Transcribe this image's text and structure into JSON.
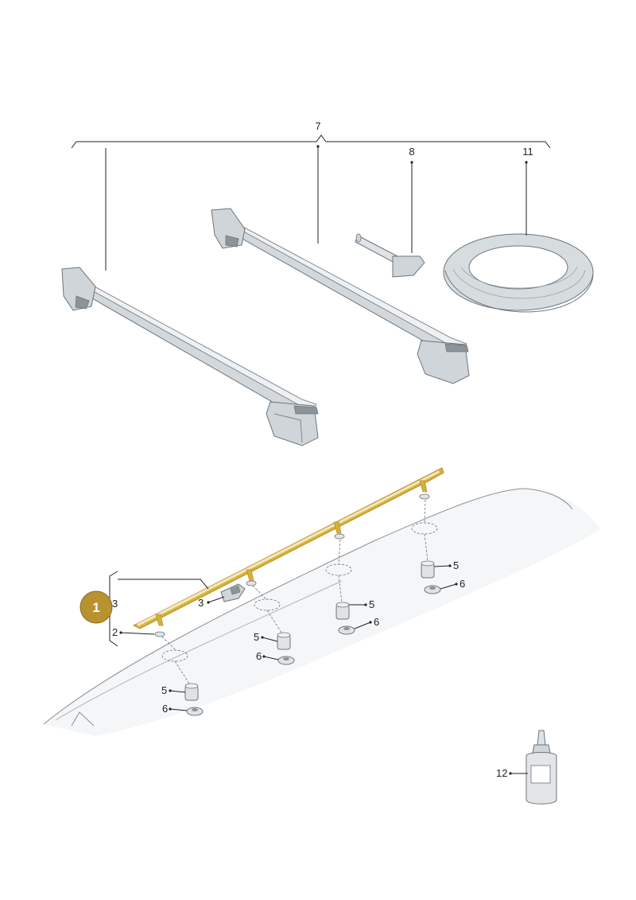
{
  "labels": {
    "crossbar_set": "7",
    "tool": "8",
    "strap_roll": "11",
    "fitting_kit": "3",
    "washer": "2",
    "clip": "3",
    "spacer": "5",
    "nut": "6",
    "adhesive_bottle": "12"
  },
  "callout": {
    "item_number": "1",
    "badge_color": "#b8922f",
    "highlight_color": "#d4b23a"
  }
}
